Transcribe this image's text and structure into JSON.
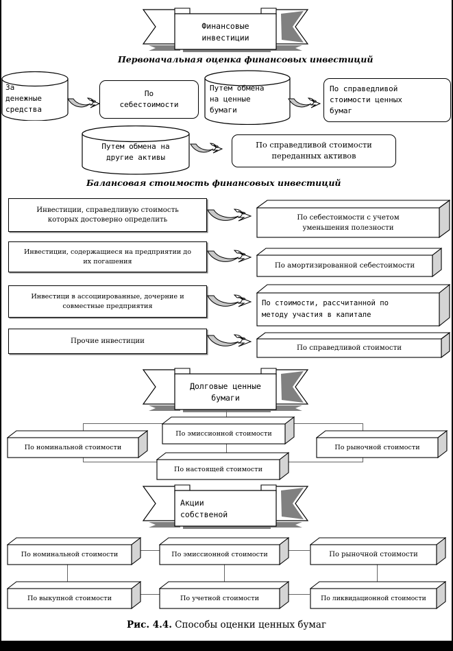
{
  "figure": {
    "caption_prefix": "Рис. 4.4.",
    "caption_text": "Способы оценки ценных бумаг"
  },
  "banners": {
    "top": {
      "line1": "Финансовые",
      "line2": "инвестиции"
    },
    "debt": {
      "line1": "Долговые ценные",
      "line2": "бумаги"
    },
    "shares": {
      "line1": "Акции",
      "line2": "собственой"
    }
  },
  "section_headings": {
    "initial_valuation": "Первоначальная оценка финансовых инвестиций",
    "balance_value": "Балансовая стоимость финансовых инвестиций"
  },
  "initial_valuation": {
    "sources": [
      {
        "line1": "За",
        "line2": "денежные",
        "line3": "средства"
      },
      {
        "line1": "Путем обмена",
        "line2": "на        ценные",
        "line3": "бумаги"
      },
      {
        "line1": "Путем обмена на",
        "line2": "другие активы"
      }
    ],
    "methods": [
      {
        "line1": "По",
        "line2": "себестоимости"
      },
      {
        "line1": "По       справедливой",
        "line2": "стоимости      ценных",
        "line3": "бумаг"
      },
      {
        "line1": "По справедливой стоимости",
        "line2": "переданных активов"
      }
    ]
  },
  "balance_value": {
    "left_items": [
      {
        "line1": "Инвестиции, справедливую стоимость",
        "line2": "которых достоверно определить"
      },
      {
        "line1": "Инвестиции, содержащиеся на предприятии до",
        "line2": "их погашения"
      },
      {
        "line1": "Инвестици в ассоциированные, дочерние и",
        "line2": "совместные предприятия"
      },
      {
        "line1": "Прочие инвестиции",
        "line2": ""
      }
    ],
    "right_items": [
      {
        "line1": "По себестоимости с учетом",
        "line2": "уменьшения полезности"
      },
      {
        "line1": "По амортизированной себестоимости",
        "line2": ""
      },
      {
        "line1": "По   стоимости,   рассчитанной   по",
        "line2": "методу участия в капитале"
      },
      {
        "line1": "По справедливой стоимости",
        "line2": ""
      }
    ]
  },
  "debt_securities": {
    "nominal": "По номинальной стоимости",
    "emission": "По эмиссионной стоимости",
    "present": "По настоящей стоимости",
    "market": "По рыночной стоимости"
  },
  "own_shares": {
    "row1": [
      "По номинальной стоимости",
      "По эмиссионной стоимости",
      "По рыночной стоимости"
    ],
    "row2": [
      "По выкупной стоимости",
      "По учетной стоимости",
      "По ликвидационной стоимости"
    ]
  },
  "colors": {
    "stroke": "#000000",
    "shadow": "#808080",
    "cube_face": "#ffffff",
    "cube_side": "#d4d4d4",
    "line": "#636363",
    "background": "#ffffff"
  }
}
